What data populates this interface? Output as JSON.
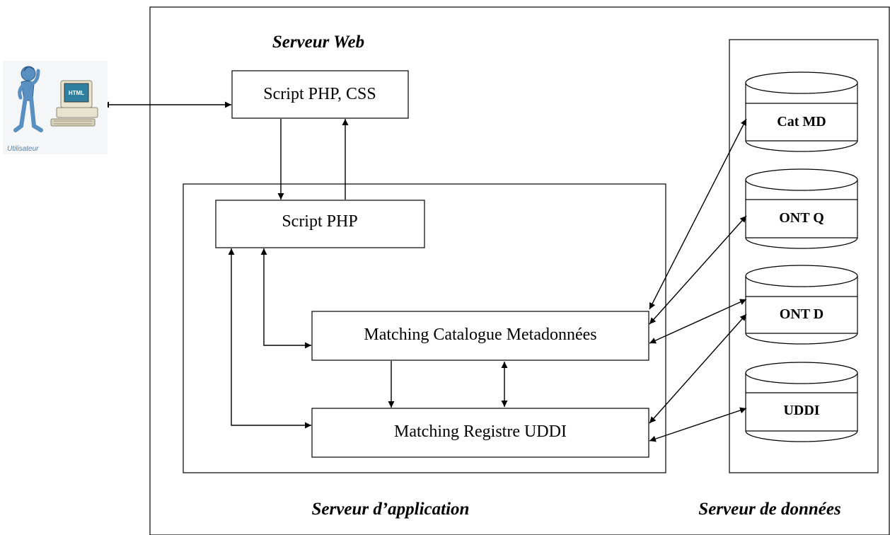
{
  "diagram": {
    "user": {
      "label": "Utilisateur",
      "screen_text": "HTML"
    },
    "regions": {
      "web": "Serveur Web",
      "application": "Serveur d’application",
      "data": "Serveur de  données"
    },
    "boxes": {
      "script_php_css": "Script PHP, CSS",
      "script_php": "Script PHP",
      "matching_catalogue": "Matching Catalogue Metadonnées",
      "matching_uddi": "Matching Registre UDDI"
    },
    "databases": {
      "cat_md": "Cat MD",
      "ont_q": "ONT Q",
      "ont_d": "ONT D",
      "uddi": "UDDI"
    }
  }
}
